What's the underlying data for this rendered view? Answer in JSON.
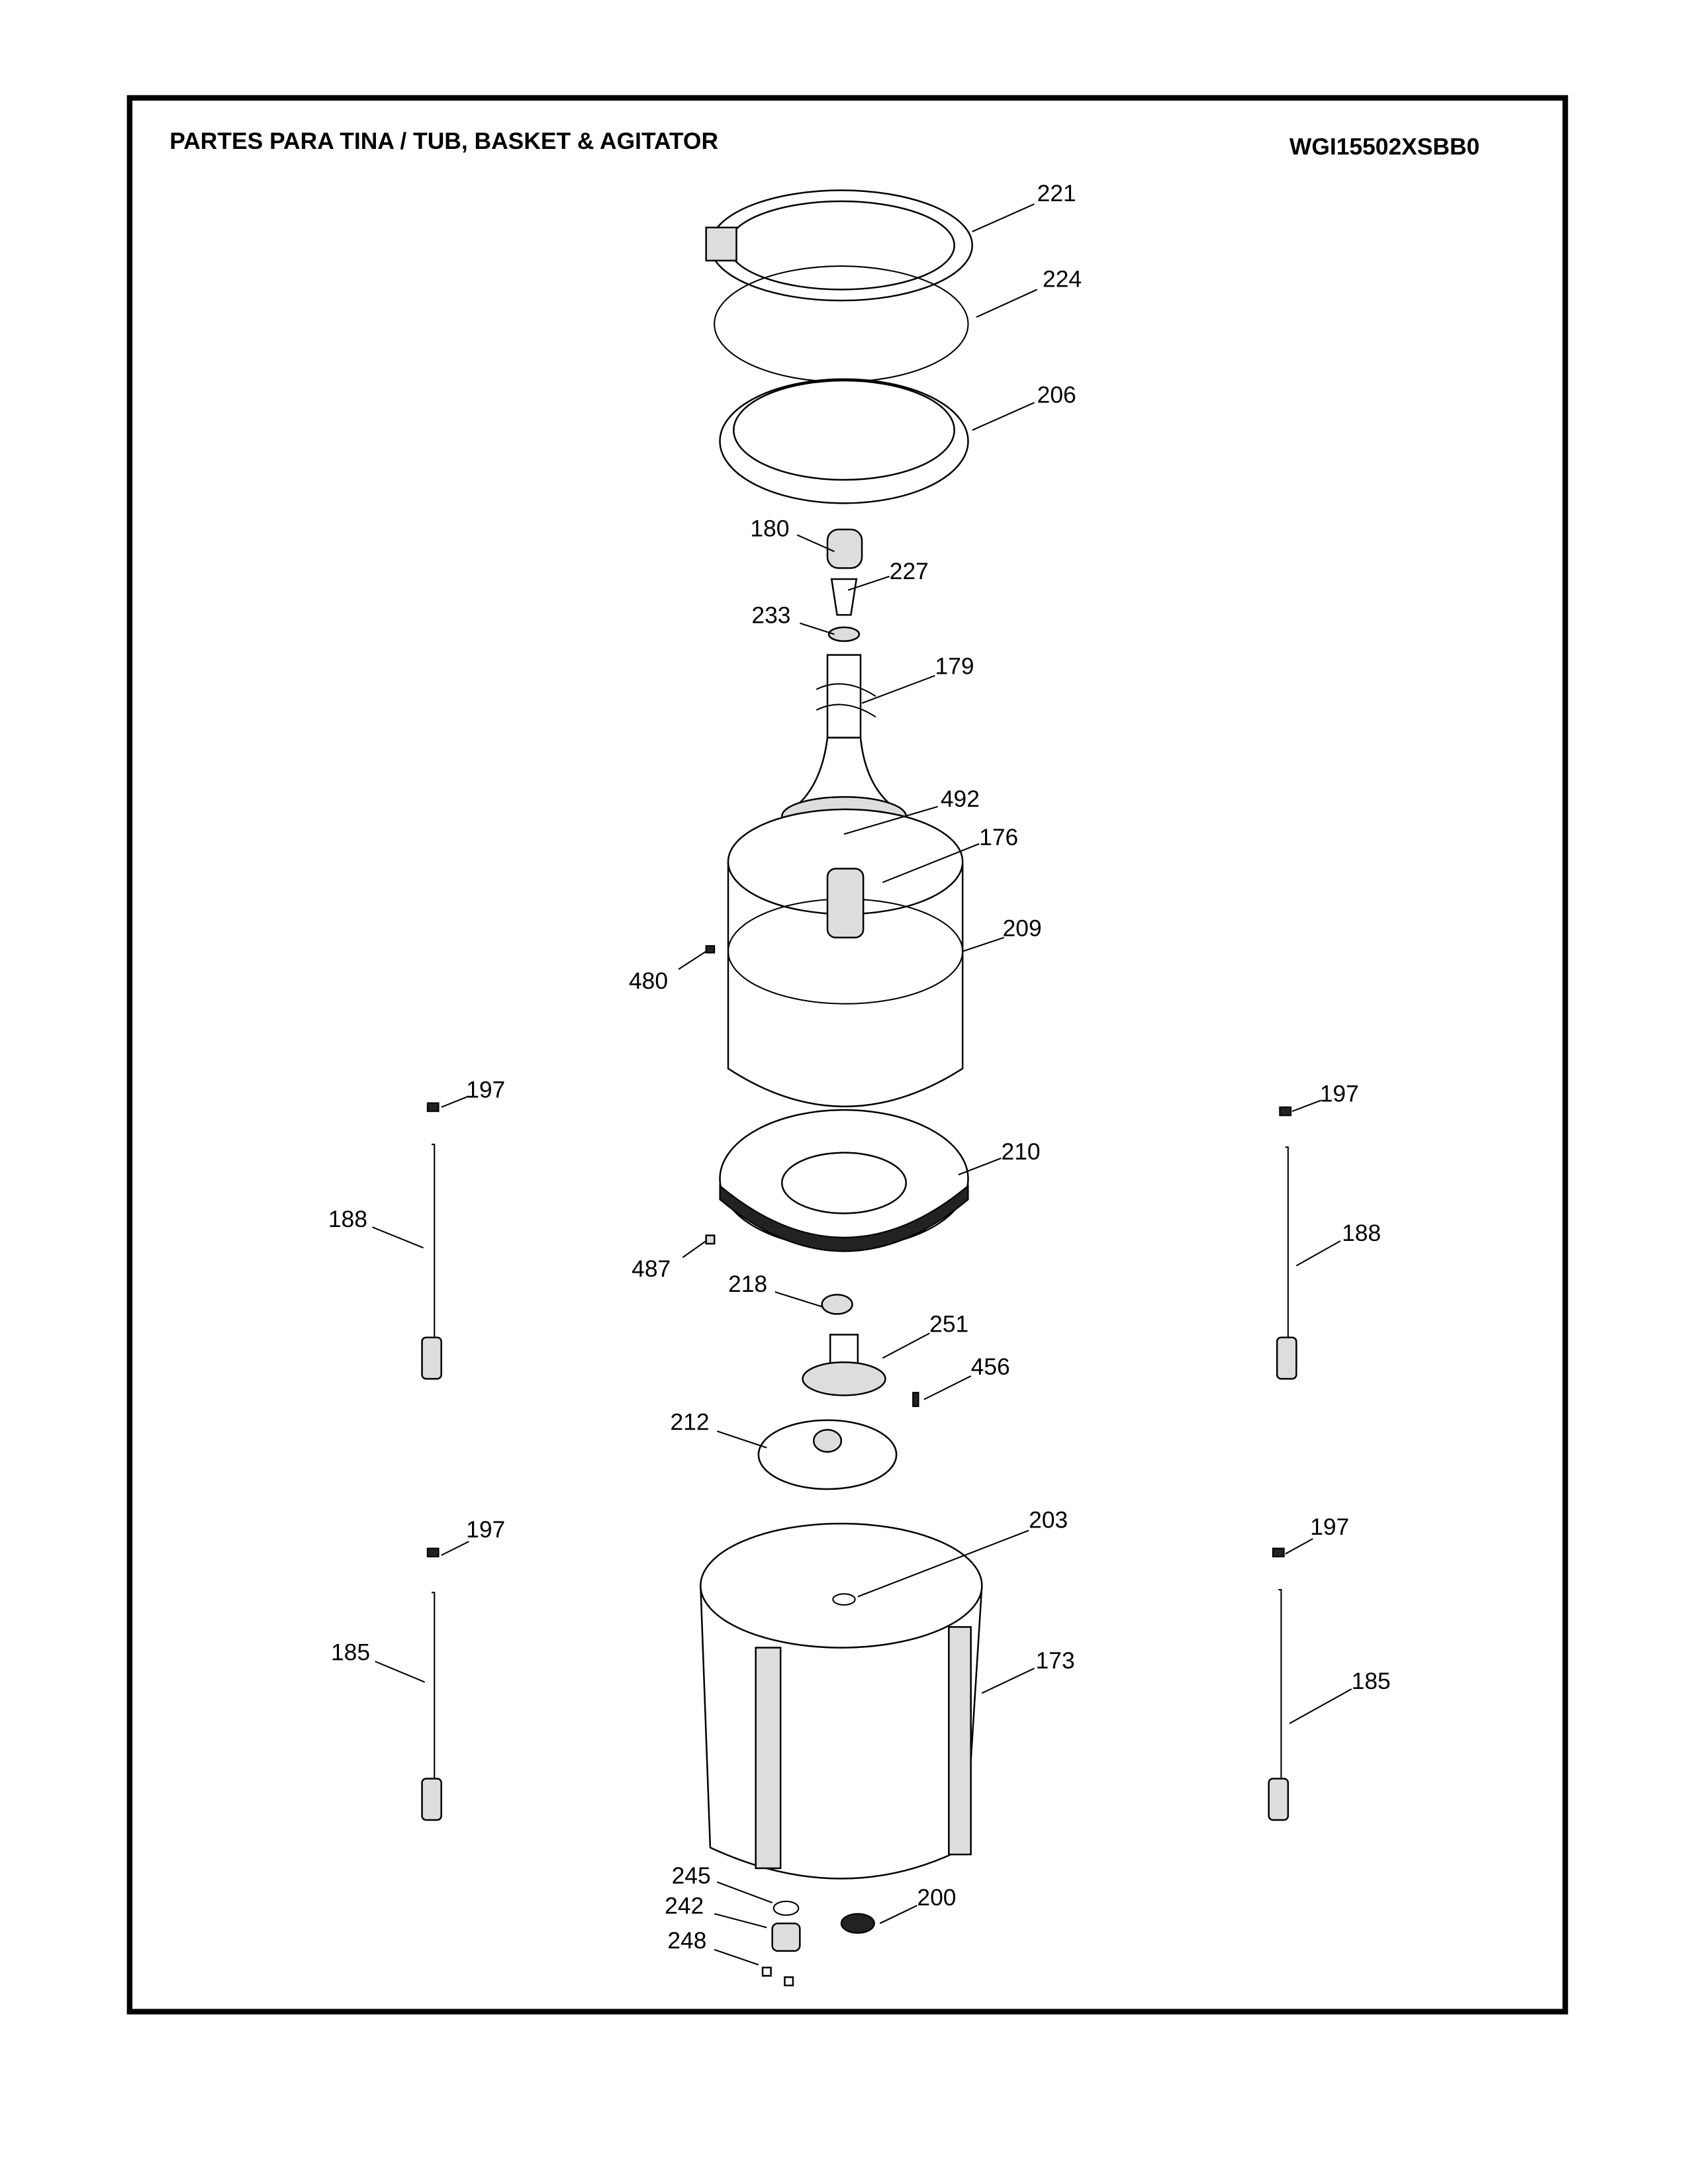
{
  "header": {
    "title": "PARTES PARA TINA  /  TUB, BASKET & AGITATOR",
    "model": "WGI15502XSBB0"
  },
  "callouts": {
    "p221": "221",
    "p224": "224",
    "p206": "206",
    "p180": "180",
    "p227": "227",
    "p233": "233",
    "p179": "179",
    "p492": "492",
    "p176": "176",
    "p209": "209",
    "p480": "480",
    "p197a": "197",
    "p197b": "197",
    "p188a": "188",
    "p188b": "188",
    "p210": "210",
    "p487": "487",
    "p218": "218",
    "p251": "251",
    "p456": "456",
    "p212": "212",
    "p203": "203",
    "p197c": "197",
    "p197d": "197",
    "p185a": "185",
    "p173": "173",
    "p185b": "185",
    "p245": "245",
    "p242": "242",
    "p200": "200",
    "p248": "248"
  }
}
